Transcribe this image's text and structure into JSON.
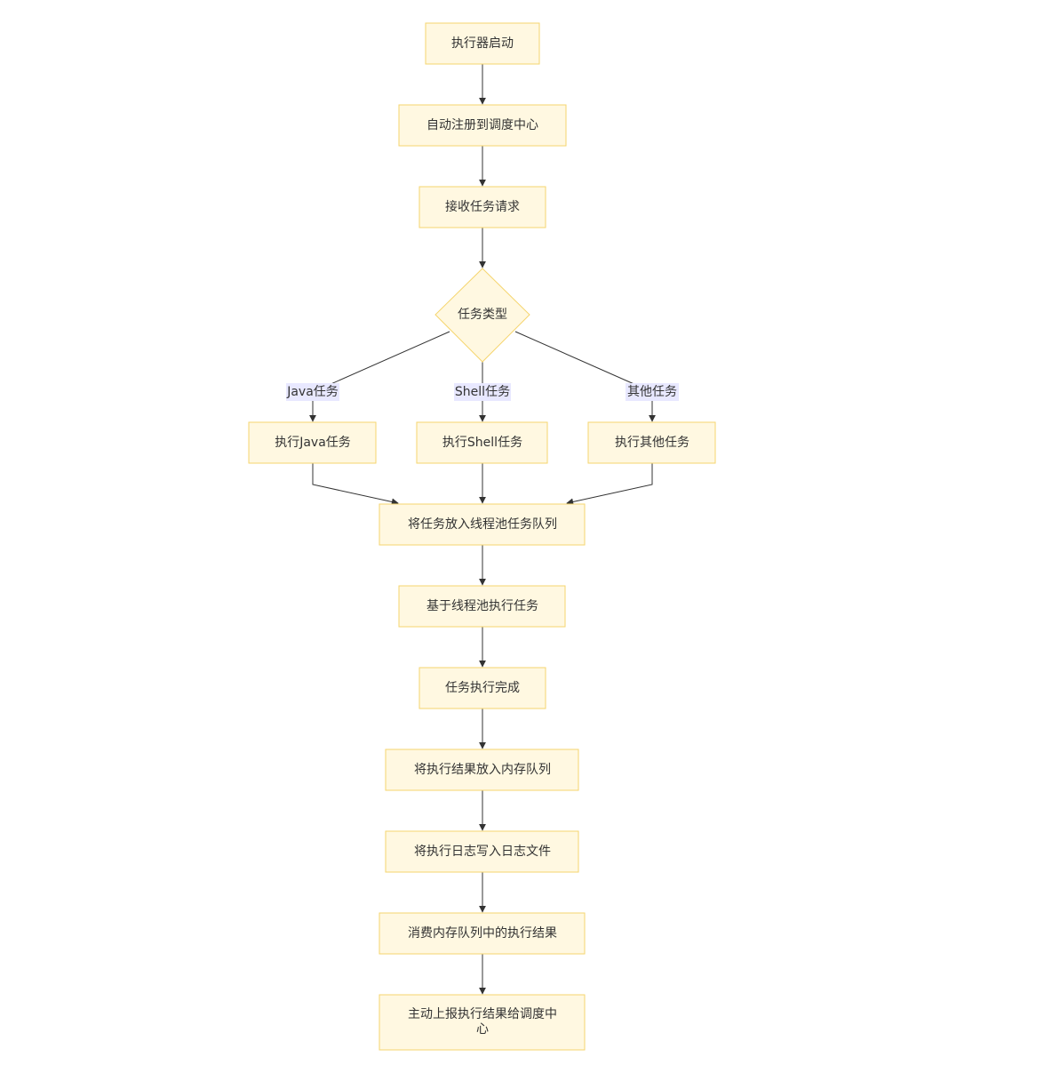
{
  "nodes": {
    "start": "执行器启动",
    "register": "自动注册到调度中心",
    "receive": "接收任务请求",
    "task_type": "任务类型",
    "exec_java": "执行Java任务",
    "exec_shell": "执行Shell任务",
    "exec_other": "执行其他任务",
    "enqueue_pool": "将任务放入线程池任务队列",
    "run_pool": "基于线程池执行任务",
    "done": "任务执行完成",
    "result_queue": "将执行结果放入内存队列",
    "write_log": "将执行日志写入日志文件",
    "consume": "消费内存队列中的执行结果",
    "report_line1": "主动上报执行结果给调度中",
    "report_line2": "心"
  },
  "edge_labels": {
    "java": "Java任务",
    "shell": "Shell任务",
    "other": "其他任务"
  },
  "colors": {
    "node_fill": "#fff8e1",
    "node_stroke": "#f5d56e",
    "edge": "#333333",
    "label_bg": "#e8e8ff"
  }
}
